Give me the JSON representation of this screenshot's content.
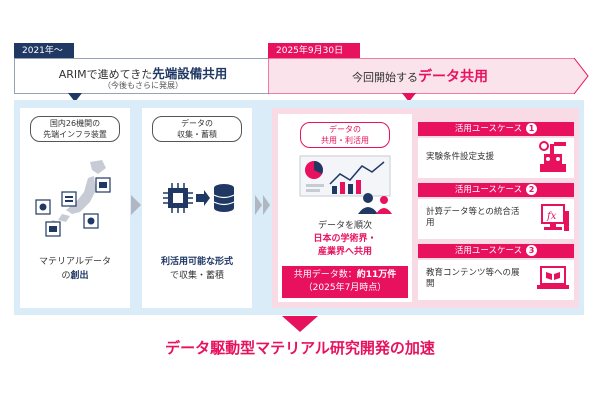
{
  "timeline": {
    "start_tag": "2021年～",
    "start_prefix": "ARIMで進めてきた",
    "start_highlight": "先端設備共用",
    "start_sub": "（今後もさらに発展）",
    "new_tag": "2025年9月30日～",
    "new_prefix": "今回開始する",
    "new_highlight": "データ共用"
  },
  "steps": {
    "infra": {
      "title_line1": "国内26機関の",
      "title_line2": "先端インフラ装置",
      "text_line1": "マテリアルデータ",
      "text_highlight": "創出",
      "text_suffix": "の"
    },
    "collect": {
      "title_line1": "データの",
      "title_line2": "収集・蓄積",
      "text_highlight": "利活用可能な形式",
      "text_line2": "で収集・蓄積"
    },
    "share": {
      "title_line1": "データの",
      "title_line2": "共用・利活用",
      "text_line1": "データを順次",
      "text_highlight1": "日本の学術界・",
      "text_highlight2": "産業界へ共用",
      "count_prefix": "共用データ数：",
      "count_value": "約11万件",
      "count_note": "（2025年7月時点）"
    }
  },
  "use_cases": [
    {
      "header": "活用ユースケース",
      "number": "1",
      "text": "実験条件設定支援",
      "icon": "robot-arm-icon"
    },
    {
      "header": "活用ユースケース",
      "number": "2",
      "text": "計算データ等との統合活用",
      "icon": "computer-fx-icon"
    },
    {
      "header": "活用ユースケース",
      "number": "3",
      "text": "教育コンテンツ等への展開",
      "icon": "laptop-book-icon"
    }
  ],
  "conclusion": "データ駆動型マテリアル研究開発の加速",
  "colors": {
    "pink": "#e8115d",
    "navy": "#1f3864",
    "panel_blue": "#d9ecf7",
    "pink_light": "#f9dbe5"
  }
}
